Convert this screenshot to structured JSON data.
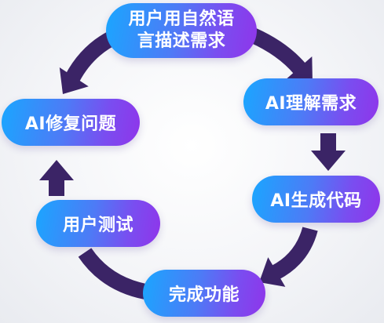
{
  "diagram": {
    "nodes": [
      {
        "id": "describe",
        "label": "用户用自然语\n言描述需求"
      },
      {
        "id": "understand",
        "label": "AI理解需求"
      },
      {
        "id": "generate",
        "label": "AI生成代码"
      },
      {
        "id": "complete",
        "label": "完成功能"
      },
      {
        "id": "test",
        "label": "用户测试"
      },
      {
        "id": "fix",
        "label": "AI修复问题"
      }
    ],
    "edges": [
      {
        "from": "describe",
        "to": "fix"
      },
      {
        "from": "describe",
        "to": "understand"
      },
      {
        "from": "understand",
        "to": "generate"
      },
      {
        "from": "generate",
        "to": "complete"
      },
      {
        "from": "complete",
        "to": "test"
      },
      {
        "from": "test",
        "to": "fix"
      }
    ],
    "colors": {
      "node_gradient_start": "#1aa6ff",
      "node_gradient_mid": "#4d7bf6",
      "node_gradient_end": "#8f35ea",
      "arrow": "#3b2466",
      "node_text": "#ffffff"
    }
  }
}
